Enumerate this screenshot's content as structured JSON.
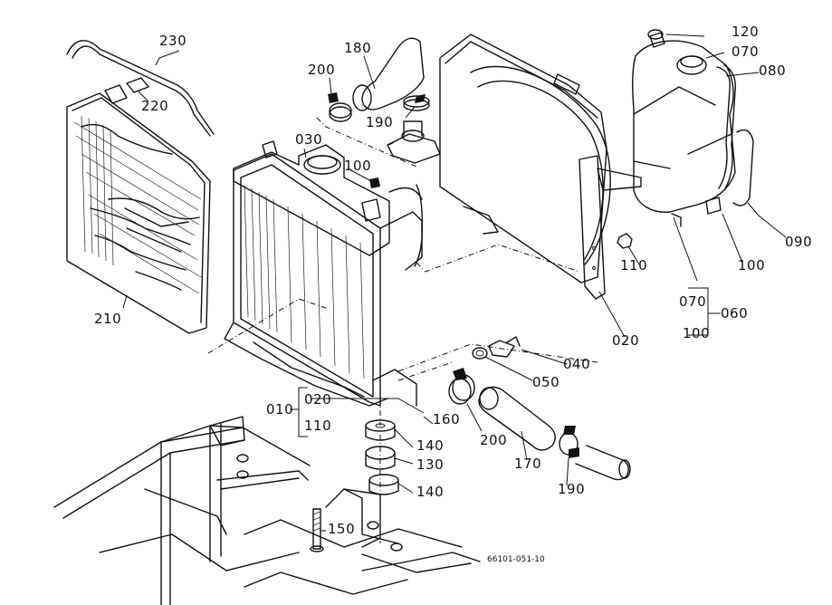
{
  "callouts": {
    "p230": "230",
    "p220": "220",
    "p210": "210",
    "p200a": "200",
    "p180": "180",
    "p190a": "190",
    "p030": "030",
    "p100a": "100",
    "p120": "120",
    "p070a": "070",
    "p080": "080",
    "p090": "090",
    "p100b": "100",
    "p110": "110",
    "p020a": "020",
    "p070b": "070",
    "p060": "060",
    "p100c": "100",
    "p040": "040",
    "p050": "050",
    "p010": "010",
    "p020b": "020",
    "p110b": "110",
    "p160": "160",
    "p200b": "200",
    "p170": "170",
    "p190b": "190",
    "p140a": "140",
    "p130": "130",
    "p140b": "140",
    "p150": "150"
  },
  "drawing_code": "66101-051-10"
}
